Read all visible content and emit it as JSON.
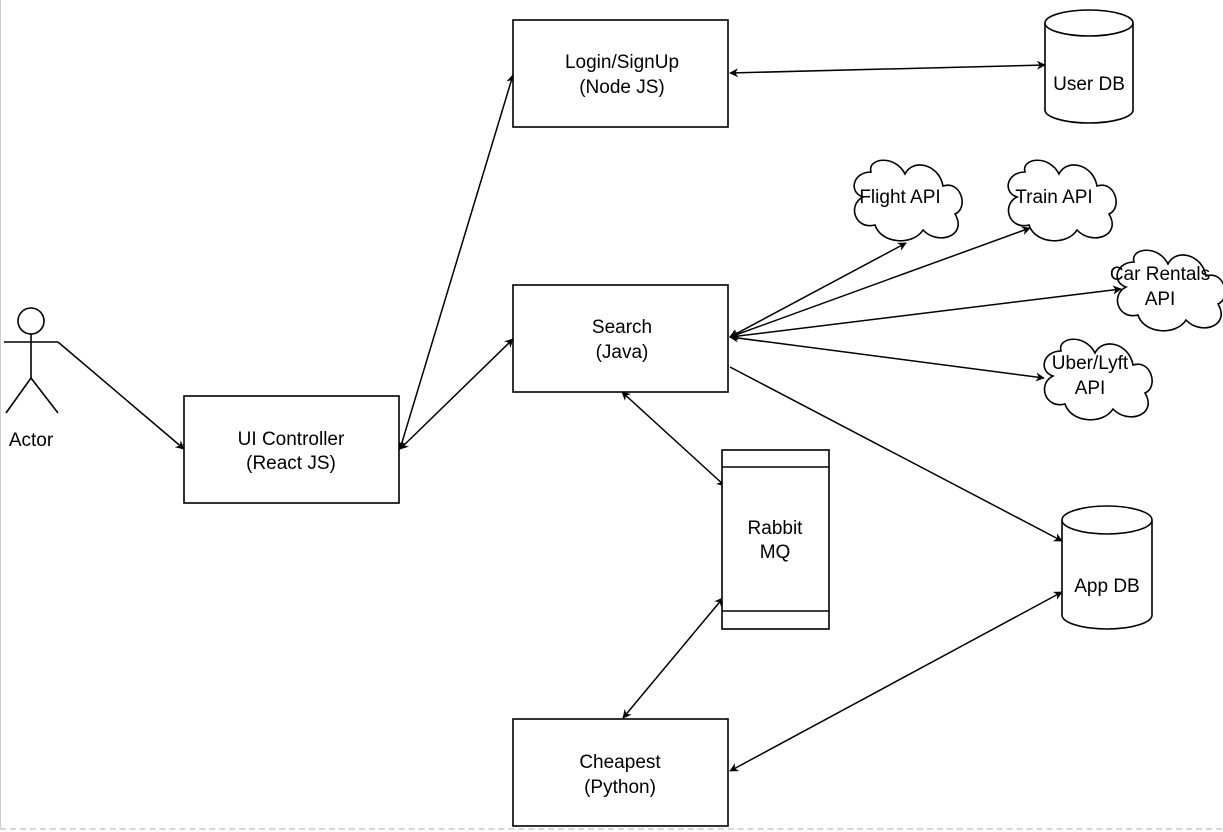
{
  "diagram": {
    "actor": {
      "label": "Actor"
    },
    "nodes": {
      "ui_controller": {
        "line1": "UI Controller",
        "line2": "(React JS)"
      },
      "login": {
        "line1": "Login/SignUp",
        "line2": "(Node JS)"
      },
      "search": {
        "line1": "Search",
        "line2": "(Java)"
      },
      "cheapest": {
        "line1": "Cheapest",
        "line2": "(Python)"
      },
      "rabbit": {
        "line1": "Rabbit",
        "line2": "MQ"
      },
      "user_db": {
        "label": "User DB"
      },
      "app_db": {
        "label": "App DB"
      },
      "flight_api": {
        "label": "Flight API"
      },
      "train_api": {
        "label": "Train API"
      },
      "car_api": {
        "line1": "Car Rentals",
        "line2": "API"
      },
      "uber_api": {
        "line1": "Uber/Lyft",
        "line2": "API"
      }
    }
  }
}
